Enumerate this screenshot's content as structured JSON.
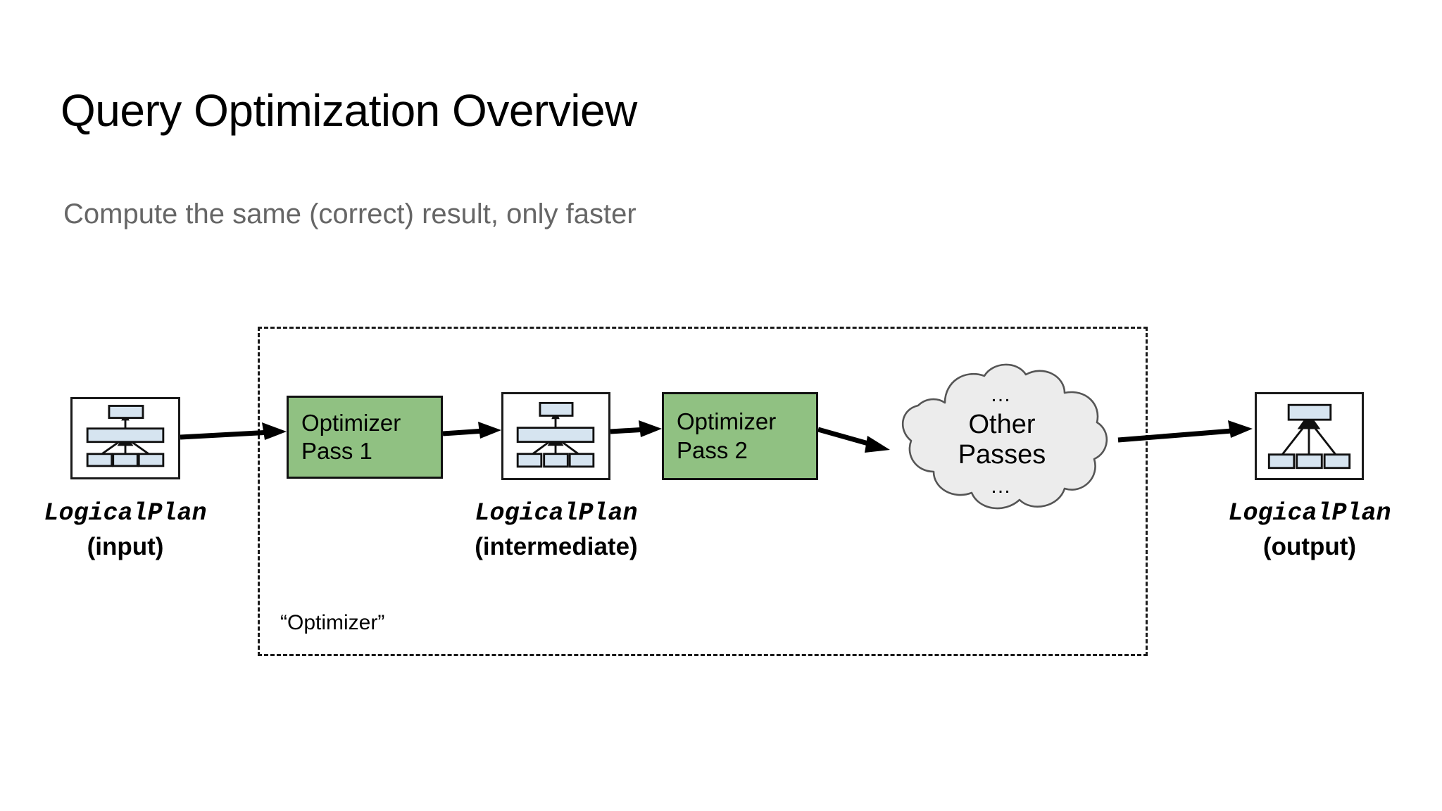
{
  "slide": {
    "title": "Query Optimization Overview",
    "subtitle": "Compute the same (correct) result, only faster",
    "background": "#FFFFFF",
    "title_color": "#000000",
    "subtitle_color": "#666666"
  },
  "optimizer_container": {
    "caption": "“Optimizer”",
    "border_style": "dashed",
    "border_color": "#1A1A1A"
  },
  "colors": {
    "pass_fill": "#90C182",
    "pass_border": "#111111",
    "plan_node_fill": "#D6E4F0",
    "plan_node_border": "#1A1A1A",
    "plan_frame_border": "#1A1A1A",
    "cloud_fill": "#ECECEC",
    "cloud_border": "#555555",
    "arrow_color": "#000000"
  },
  "plans": [
    {
      "id": "input",
      "name_label": "LogicalPlan",
      "qualifier_label": "(input)",
      "shape": "root-over-wide-over-three-leaves",
      "nodes": 5
    },
    {
      "id": "intermediate",
      "name_label": "LogicalPlan",
      "qualifier_label": "(intermediate)",
      "shape": "root-over-wide-over-three-leaves",
      "nodes": 5
    },
    {
      "id": "output",
      "name_label": "LogicalPlan",
      "qualifier_label": "(output)",
      "shape": "root-over-three-leaves",
      "nodes": 4
    }
  ],
  "passes": [
    {
      "id": "pass-1",
      "line1": "Optimizer",
      "line2": "Pass 1"
    },
    {
      "id": "pass-2",
      "line1": "Optimizer",
      "line2": "Pass 2"
    }
  ],
  "cloud": {
    "dots_top": "…",
    "line1": "Other",
    "line2": "Passes",
    "dots_bottom": "…"
  },
  "flow": {
    "steps": [
      "LogicalPlan (input)",
      "Optimizer Pass 1",
      "LogicalPlan (intermediate)",
      "Optimizer Pass 2",
      "Other Passes",
      "LogicalPlan (output)"
    ],
    "arrow_count": 5
  }
}
